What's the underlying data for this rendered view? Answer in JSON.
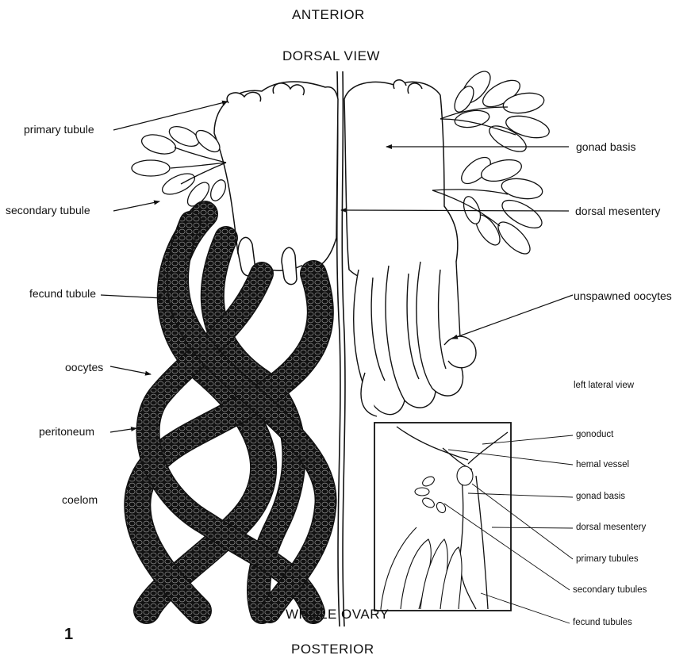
{
  "headings": {
    "anterior": "ANTERIOR",
    "view": "DORSAL VIEW",
    "whole_ovary": "WHOLE OVARY",
    "posterior": "POSTERIOR",
    "figure_number": "1"
  },
  "left_labels": {
    "primary_tubule": "primary tubule",
    "secondary_tubule": "secondary tubule",
    "fecund_tubule": "fecund tubule",
    "oocytes": "oocytes",
    "peritoneum": "peritoneum",
    "coelom": "coelom"
  },
  "right_labels": {
    "gonad_basis": "gonad basis",
    "dorsal_mesentery": "dorsal mesentery",
    "unspawned_oocytes": "unspawned oocytes"
  },
  "inset": {
    "title": "left lateral view",
    "labels": {
      "gonoduct": "gonoduct",
      "hemal_vessel": "hemal vessel",
      "gonad_basis": "gonad basis",
      "dorsal_mesentery": "dorsal mesentery",
      "primary_tubules": "primary tubules",
      "secondary_tubules": "secondary tubules",
      "fecund_tubules": "fecund tubules"
    }
  },
  "colors": {
    "ink": "#111111",
    "stipple": "#9a9a9a",
    "paper": "#ffffff"
  }
}
